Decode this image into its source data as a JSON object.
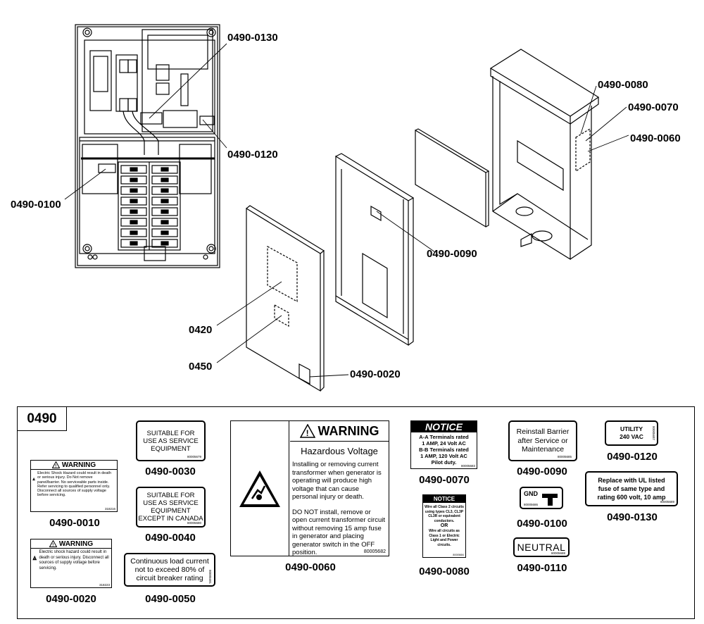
{
  "callouts": {
    "c0130": "0490-0130",
    "c0120": "0490-0120",
    "c0100": "0490-0100",
    "c0080": "0490-0080",
    "c0070": "0490-0070",
    "c0060": "0490-0060",
    "c0090": "0490-0090",
    "c0420": "0420",
    "c0450": "0450",
    "c0020": "0490-0020"
  },
  "panel": {
    "tag": "0490",
    "labels": {
      "l0010": {
        "part": "0490-0010",
        "heading": "WARNING",
        "text": "Electric Shock Hazard could result in death or serious injury. Do Not remove panel/barrier. No serviceable parts inside. Refer servicing to qualified personnel only. Disconnect all sources of supply voltage before servicing.",
        "code": "318216"
      },
      "l0020": {
        "part": "0490-0020",
        "heading": "WARNING",
        "text": "Electric shock hazard could result in death or serious injury. Disconnect all sources of supply voltage before servicing.",
        "code": "318223"
      },
      "l0030": {
        "part": "0490-0030",
        "line1": "SUITABLE FOR",
        "line2": "USE AS SERVICE",
        "line3": "EQUIPMENT",
        "code": "80005679"
      },
      "l0040": {
        "part": "0490-0040",
        "line1": "SUITABLE FOR",
        "line2": "USE AS SERVICE",
        "line3": "EQUIPMENT",
        "line4": "EXCEPT IN CANADA",
        "code": "80005680"
      },
      "l0050": {
        "part": "0490-0050",
        "line1": "Continuous load current",
        "line2": "not to exceed 80% of",
        "line3": "circuit breaker rating",
        "code": "80005681"
      },
      "l0060": {
        "part": "0490-0060",
        "heading": "WARNING",
        "subheading": "Hazardous Voltage",
        "para1": "Installing or removing current transformer when generator is operating will produce high voltage that can cause personal injury or death.",
        "para2": "DO NOT install, remove or open current transformer circuit without removing 15 amp fuse in generator and placing generator switch in the OFF position.",
        "code": "80005682"
      },
      "l0070": {
        "part": "0490-0070",
        "heading": "NOTICE",
        "line1": "A-A Terminals rated",
        "line2": "1 AMP, 24 Volt AC",
        "line3": "B-B Terminals rated",
        "line4": "1 AMP, 120 Volt AC",
        "line5": "Pilot duty.",
        "code": "80005683"
      },
      "l0080": {
        "part": "0490-0080",
        "heading": "NOTICE",
        "text1": "Wire all Class 2 circuits using types CL3, CL3P CL3R or equivalent conductors.",
        "or": "OR",
        "text2": "Wire all circuits as Class 1 or Electric Light and Power circuits.",
        "code": "80005684"
      },
      "l0090": {
        "part": "0490-0090",
        "line1": "Reinstall Barrier",
        "line2": "after Service or",
        "line3": "Maintenance",
        "code": "80005685"
      },
      "l0100": {
        "part": "0490-0100",
        "text": "GND",
        "code": "80005686"
      },
      "l0110": {
        "part": "0490-0110",
        "text": "NEUTRAL",
        "code": "80005688"
      },
      "l0120": {
        "part": "0490-0120",
        "line1": "UTILITY",
        "line2": "240 VAC",
        "code": "80005687"
      },
      "l0130": {
        "part": "0490-0130",
        "line1": "Replace with UL listed",
        "line2": "fuse of same type and",
        "line3": "rating 600 volt, 10 amp",
        "code": "80005689"
      }
    }
  }
}
